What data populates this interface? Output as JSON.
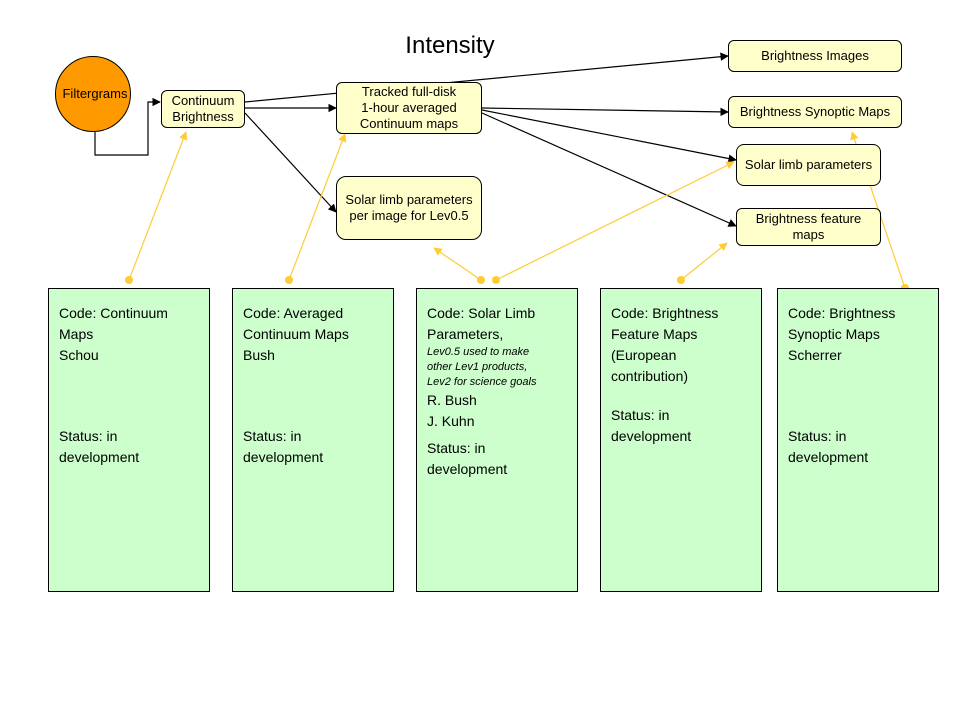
{
  "title": "Intensity",
  "colors": {
    "source_fill": "#ff9900",
    "product_fill": "#ffffcc",
    "code_fill": "#ccffcc",
    "arrow": "#000000",
    "link": "#ffcc33"
  },
  "source": {
    "label": "Filtergrams"
  },
  "nodes": {
    "continuum": "Continuum\nBrightness",
    "tracked": "Tracked full-disk\n1-hour averaged\nContinuum maps",
    "limb_lev05": "Solar limb parameters\nper image for Lev0.5",
    "brightness_images": "Brightness Images",
    "synoptic_maps": "Brightness Synoptic Maps",
    "limb_params": "Solar limb parameters",
    "feature_maps": "Brightness feature\nmaps"
  },
  "code_boxes": [
    {
      "text": "Code: Continuum\nMaps\nSchou",
      "status": "Status: in\ndevelopment"
    },
    {
      "text": "Code: Averaged\nContinuum Maps\nBush",
      "status": "Status: in\ndevelopment"
    },
    {
      "text": "Code: Solar Limb\nParameters,",
      "note": "Lev0.5 used to make\nother Lev1 products,\nLev2 for science goals",
      "names": "R. Bush\nJ. Kuhn",
      "status": "Status: in\ndevelopment"
    },
    {
      "text": "Code: Brightness\nFeature Maps\n(European\ncontribution)",
      "status": "Status: in\ndevelopment"
    },
    {
      "text": "Code: Brightness\nSynoptic Maps\nScherrer",
      "status": "Status: in\ndevelopment"
    }
  ]
}
